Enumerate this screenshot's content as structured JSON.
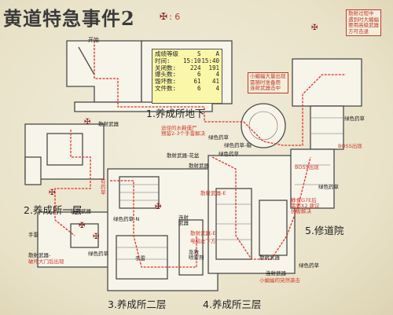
{
  "title": "黄道特急事件2",
  "herb_counter": {
    "icon": "herb-cross-icon",
    "text": ": 6"
  },
  "start_label": "开始",
  "stats": {
    "header": [
      "成绩等级",
      "S",
      "A"
    ],
    "rows": [
      [
        "时间:",
        "15:10",
        "15:40"
      ],
      [
        "关闭数:",
        "224",
        "191"
      ],
      [
        "爆头数:",
        "6",
        "4"
      ],
      [
        "毁坏数:",
        "61",
        "41"
      ],
      [
        "文件数:",
        "6",
        "4"
      ]
    ]
  },
  "areas": {
    "basement": "1.养成所地下",
    "floor1": "2.养成所一层",
    "floor2": "3.养成所二层",
    "floor3": "4.养成所三层",
    "monastery": "5.修道院"
  },
  "labels": {
    "ammo_b1": "散射武器",
    "corpse_note": "途径的水鞋僵尸\n预留2-3个手雷解决",
    "green_box": "绿色药草-箱",
    "green_herb": "绿色药草",
    "scatter_huo": "散射武器-花盆",
    "green_herb_2": "绿色药草",
    "scatter_weapon": "散射武器",
    "has_item": "有\n药\n草",
    "scatter_e": "散射武器-E",
    "scatter_f1": "连射武器",
    "hand_grenade_f1": "手雷",
    "scatter_f1_b": "散射武器-",
    "boss_f1": "破坏大门后出现",
    "green_f1": "绿色药草",
    "green_n": "绿色药草-N",
    "scatter_s": "连射\n武器",
    "hand_grenade_f2": "手雷",
    "scatter_e2": "散射武器-E",
    "elevator_note": "电脑左下方",
    "scatter_f2b": "急救\n喷雾剂",
    "left_scatter": "散射武器",
    "green_f3": "绿色药草",
    "scatter_f3": "连射武器",
    "small_bat": "小蝙蝠的突然袭击",
    "boss_top": "BOSS出现",
    "boss_mid": "BOSS出现",
    "monastery_note": "静食G7E后\n需要X2 建议\n抗害解决",
    "green_m1": "绿色药草",
    "green_m2": "绿色药草",
    "bat_note": "小蝙蝠大量出现\n需随时准备用\n连射武器击中",
    "boss_note": "散射过程中\n遇到时大蝙蝠\n要用高级武器\n方可击退"
  },
  "colors": {
    "route": "#e4322b",
    "walls": "#4a4a4a",
    "note": "#c0392b",
    "accent": "#7a3ea0"
  }
}
